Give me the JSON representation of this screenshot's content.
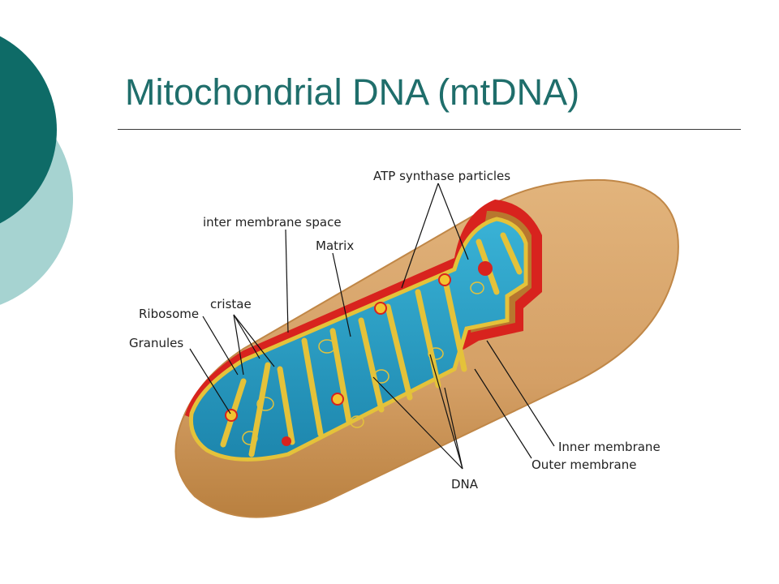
{
  "slide": {
    "title": "Mitochondrial DNA (mtDNA)"
  },
  "diagram": {
    "labels": {
      "atp": "ATP synthase particles",
      "intermembrane": "inter membrane space",
      "matrix": "Matrix",
      "cristae": "cristae",
      "ribosome": "Ribosome",
      "granules": "Granules",
      "inner_membrane": "Inner membrane",
      "outer_membrane": "Outer membrane",
      "dna": "DNA"
    }
  },
  "colors": {
    "theme_dark": "#0e6b67",
    "theme_light": "#a6d3d1",
    "title": "#1f6e6b",
    "outer_shell": "#d9a56c",
    "outer_shell_shade": "#c48a50",
    "outer_edge_red": "#d8231e",
    "matrix": "#2a9fc4",
    "inner_membrane": "#e4c23a",
    "intermembrane_space": "#b8772e"
  }
}
